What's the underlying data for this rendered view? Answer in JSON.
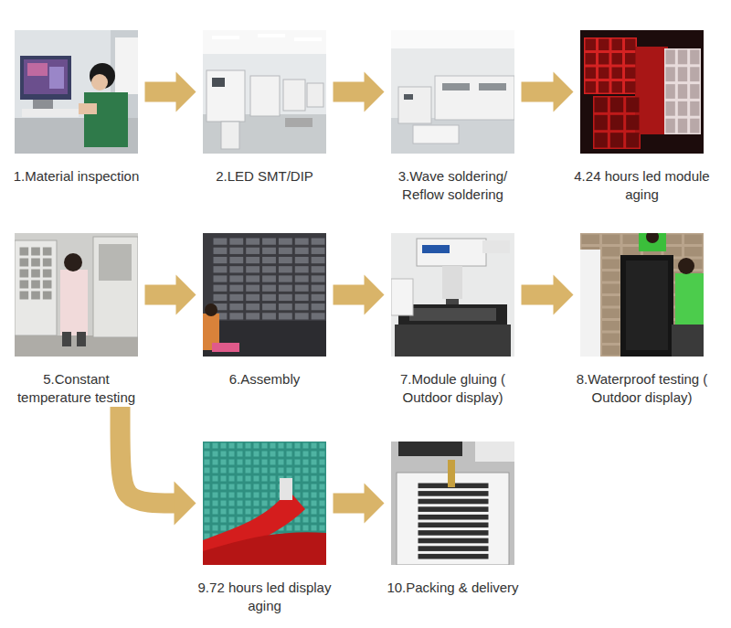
{
  "diagram": {
    "nodes": [
      {
        "text": [
          "1.Material inspection"
        ]
      },
      {
        "text": [
          "2.LED SMT/DIP"
        ]
      },
      {
        "text": [
          "3.Wave soldering/ Reflow soldering"
        ]
      },
      {
        "text": [
          "4.24 hours led module aging"
        ]
      },
      {
        "text": [
          "5.Constant temperature testing"
        ]
      },
      {
        "text": [
          "6.Assembly"
        ]
      },
      {
        "text": [
          "7.Module gluing ( Outdoor display)"
        ]
      },
      {
        "text": [
          "8.Waterproof testing ( Outdoor display)"
        ]
      },
      {
        "text": [
          "9.72 hours led display aging"
        ]
      },
      {
        "text": [
          "10.Packing & delivery"
        ]
      }
    ],
    "edges": [
      {
        "from": 0,
        "to": 1,
        "arrow": "to"
      },
      {
        "from": 1,
        "to": 2,
        "arrow": "to"
      },
      {
        "from": 2,
        "to": 3,
        "arrow": "to"
      },
      {
        "from": 4,
        "to": 5,
        "arrow": "to"
      },
      {
        "from": 5,
        "to": 6,
        "arrow": "to"
      },
      {
        "from": 6,
        "to": 7,
        "arrow": "to"
      },
      {
        "from": 4,
        "to": 8,
        "arrow": "to"
      },
      {
        "from": 8,
        "to": 9,
        "arrow": "to"
      }
    ]
  }
}
